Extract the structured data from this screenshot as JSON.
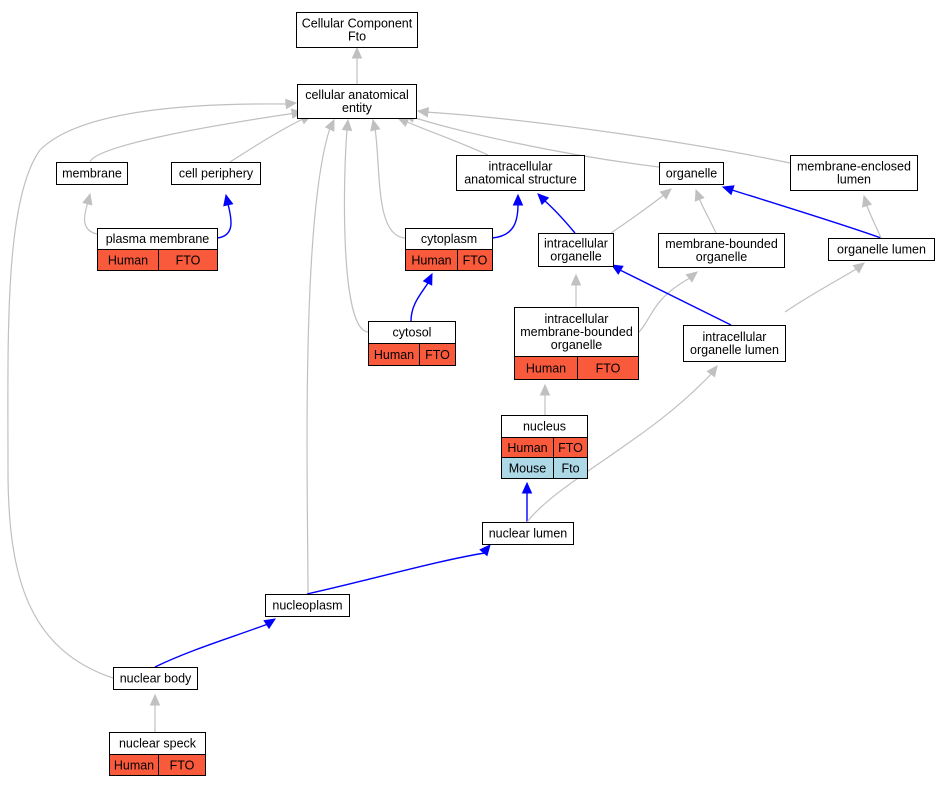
{
  "colors": {
    "human": "#fa5a3c",
    "mouse": "#add8e6",
    "is_a_edge": "#c0c0c0",
    "part_of_edge": "#0000ff"
  },
  "nodes": {
    "root": {
      "lines": [
        "Cellular Component",
        "Fto"
      ]
    },
    "cae": {
      "lines": [
        "cellular anatomical",
        "entity"
      ]
    },
    "membrane": {
      "lines": [
        "membrane"
      ]
    },
    "cell_periphery": {
      "lines": [
        "cell periphery"
      ]
    },
    "ias": {
      "lines": [
        "intracellular",
        "anatomical structure"
      ]
    },
    "organelle": {
      "lines": [
        "organelle"
      ]
    },
    "mel": {
      "lines": [
        "membrane-enclosed",
        "lumen"
      ]
    },
    "plasma_membrane": {
      "lines": [
        "plasma membrane"
      ],
      "annotations": [
        [
          "Human",
          "FTO"
        ]
      ]
    },
    "cytoplasm": {
      "lines": [
        "cytoplasm"
      ],
      "annotations": [
        [
          "Human",
          "FTO"
        ]
      ]
    },
    "io": {
      "lines": [
        "intracellular",
        "organelle"
      ]
    },
    "mbo": {
      "lines": [
        "membrane-bounded",
        "organelle"
      ]
    },
    "organelle_lumen": {
      "lines": [
        "organelle lumen"
      ]
    },
    "cytosol": {
      "lines": [
        "cytosol"
      ],
      "annotations": [
        [
          "Human",
          "FTO"
        ]
      ]
    },
    "imbo": {
      "lines": [
        "intracellular",
        "membrane-bounded",
        "organelle"
      ],
      "annotations": [
        [
          "Human",
          "FTO"
        ]
      ]
    },
    "iol": {
      "lines": [
        "intracellular",
        "organelle lumen"
      ]
    },
    "nucleus": {
      "lines": [
        "nucleus"
      ],
      "annotations": [
        [
          "Human",
          "FTO"
        ],
        [
          "Mouse",
          "Fto"
        ]
      ]
    },
    "nuclear_lumen": {
      "lines": [
        "nuclear lumen"
      ]
    },
    "nucleoplasm": {
      "lines": [
        "nucleoplasm"
      ]
    },
    "nuclear_body": {
      "lines": [
        "nuclear body"
      ]
    },
    "nuclear_speck": {
      "lines": [
        "nuclear speck"
      ],
      "annotations": [
        [
          "Human",
          "FTO"
        ]
      ]
    }
  },
  "edges": [
    {
      "from": "cae",
      "to": "root",
      "type": "is_a"
    },
    {
      "from": "membrane",
      "to": "cae",
      "type": "is_a"
    },
    {
      "from": "cell_periphery",
      "to": "cae",
      "type": "is_a"
    },
    {
      "from": "ias",
      "to": "cae",
      "type": "is_a"
    },
    {
      "from": "organelle",
      "to": "cae",
      "type": "is_a"
    },
    {
      "from": "mel",
      "to": "cae",
      "type": "is_a"
    },
    {
      "from": "plasma_membrane",
      "to": "membrane",
      "type": "is_a"
    },
    {
      "from": "plasma_membrane",
      "to": "cell_periphery",
      "type": "part_of"
    },
    {
      "from": "cytoplasm",
      "to": "cae",
      "type": "is_a"
    },
    {
      "from": "cytoplasm",
      "to": "ias",
      "type": "part_of"
    },
    {
      "from": "io",
      "to": "ias",
      "type": "part_of"
    },
    {
      "from": "io",
      "to": "organelle",
      "type": "is_a"
    },
    {
      "from": "mbo",
      "to": "organelle",
      "type": "is_a"
    },
    {
      "from": "organelle_lumen",
      "to": "organelle",
      "type": "part_of"
    },
    {
      "from": "organelle_lumen",
      "to": "mel",
      "type": "is_a"
    },
    {
      "from": "cytosol",
      "to": "cae",
      "type": "is_a"
    },
    {
      "from": "cytosol",
      "to": "cytoplasm",
      "type": "part_of"
    },
    {
      "from": "imbo",
      "to": "io",
      "type": "is_a"
    },
    {
      "from": "imbo",
      "to": "mbo",
      "type": "is_a"
    },
    {
      "from": "iol",
      "to": "io",
      "type": "part_of"
    },
    {
      "from": "iol",
      "to": "organelle_lumen",
      "type": "is_a"
    },
    {
      "from": "nucleus",
      "to": "imbo",
      "type": "is_a"
    },
    {
      "from": "nuclear_lumen",
      "to": "nucleus",
      "type": "part_of"
    },
    {
      "from": "nuclear_lumen",
      "to": "iol",
      "type": "is_a"
    },
    {
      "from": "nucleoplasm",
      "to": "cae",
      "type": "is_a"
    },
    {
      "from": "nucleoplasm",
      "to": "nuclear_lumen",
      "type": "part_of"
    },
    {
      "from": "nuclear_body",
      "to": "cae",
      "type": "is_a"
    },
    {
      "from": "nuclear_body",
      "to": "nucleoplasm",
      "type": "part_of"
    },
    {
      "from": "nuclear_speck",
      "to": "nuclear_body",
      "type": "is_a"
    }
  ]
}
